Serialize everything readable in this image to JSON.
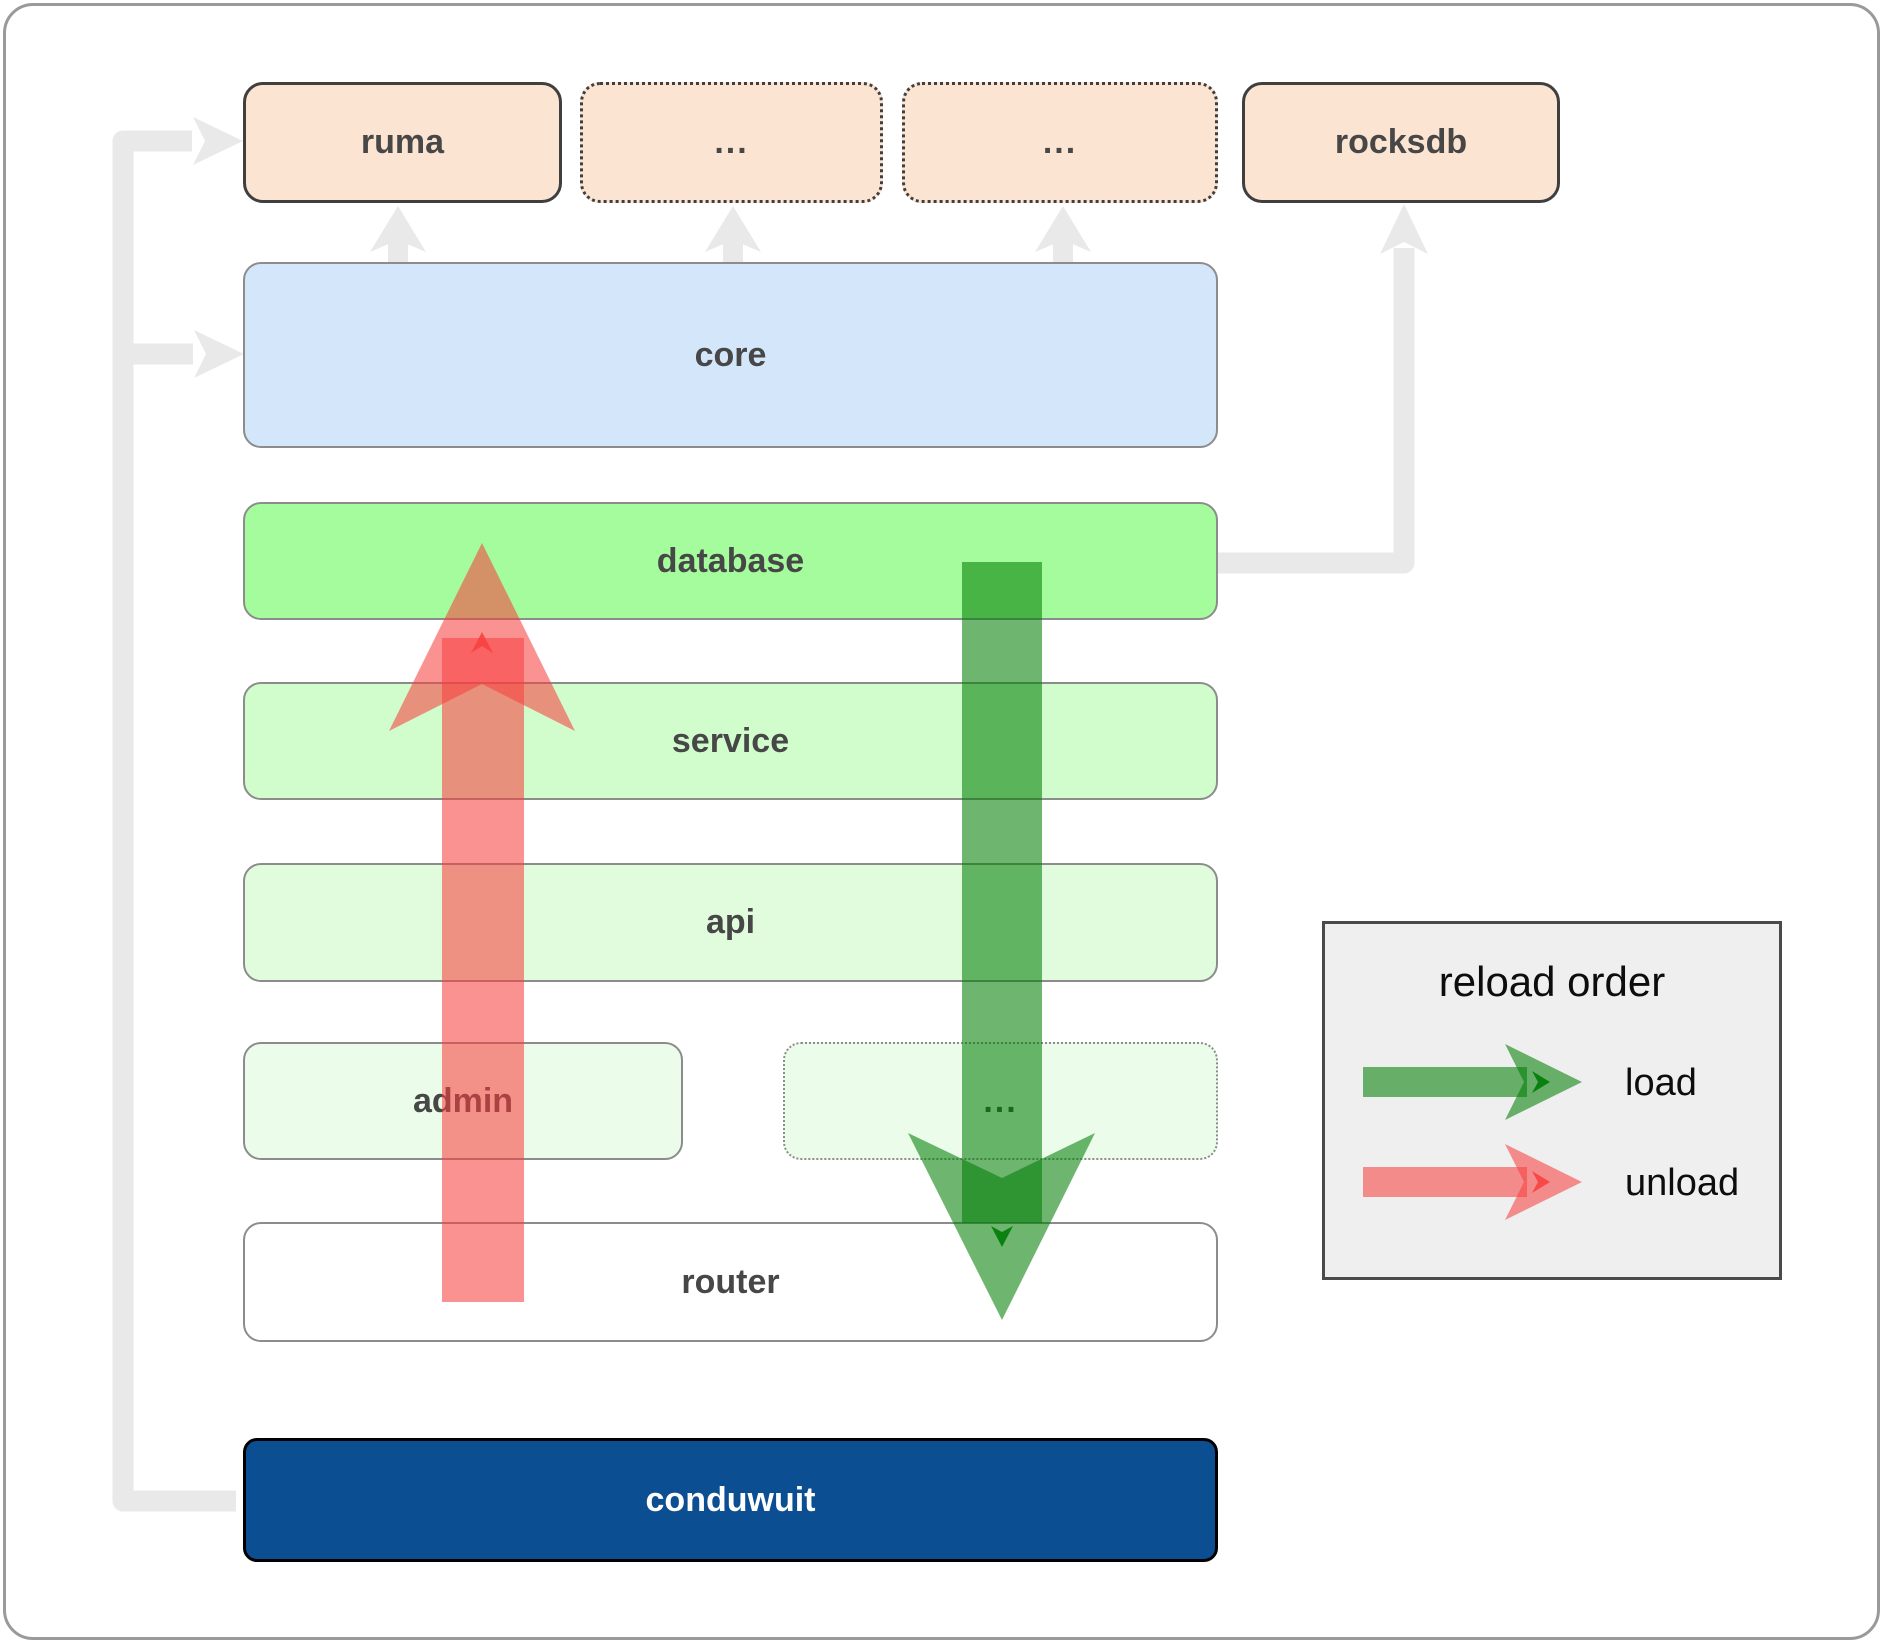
{
  "boxes": {
    "ruma": {
      "label": "ruma"
    },
    "dep2": {
      "label": "..."
    },
    "dep3": {
      "label": "..."
    },
    "rocksdb": {
      "label": "rocksdb"
    },
    "core": {
      "label": "core"
    },
    "database": {
      "label": "database"
    },
    "service": {
      "label": "service"
    },
    "api": {
      "label": "api"
    },
    "admin": {
      "label": "admin"
    },
    "more_services": {
      "label": "..."
    },
    "router": {
      "label": "router"
    },
    "conduwuit": {
      "label": "conduwuit"
    }
  },
  "legend": {
    "title": "reload order",
    "items": [
      {
        "label": "load",
        "color": "#007c04"
      },
      {
        "label": "unload",
        "color": "#f84040"
      }
    ]
  },
  "colors": {
    "load_green": "#007c04",
    "unload_red": "#f84040",
    "connector_gray": "#e9e9e9",
    "dependency_fill": "#fce4d3",
    "core_fill": "#d4e6fa",
    "database_fill": "#a4fc9c",
    "conduwuit_fill": "#0b4e91"
  }
}
